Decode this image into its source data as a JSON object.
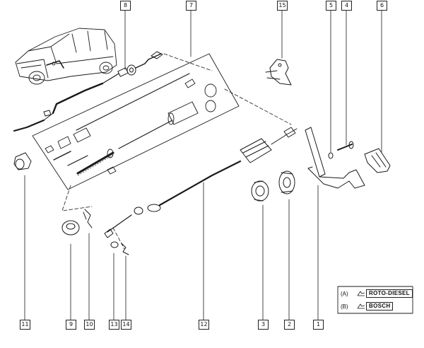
{
  "callouts": [
    {
      "id": "c8",
      "label": "8"
    },
    {
      "id": "c7",
      "label": "7"
    },
    {
      "id": "c15",
      "label": "15"
    },
    {
      "id": "c5",
      "label": "5"
    },
    {
      "id": "c4",
      "label": "4"
    },
    {
      "id": "c6",
      "label": "6"
    },
    {
      "id": "c11",
      "label": "11"
    },
    {
      "id": "c9",
      "label": "9"
    },
    {
      "id": "c10",
      "label": "10"
    },
    {
      "id": "c13",
      "label": "13"
    },
    {
      "id": "c14",
      "label": "14"
    },
    {
      "id": "c12",
      "label": "12"
    },
    {
      "id": "c3",
      "label": "3"
    },
    {
      "id": "c2",
      "label": "2"
    },
    {
      "id": "c1",
      "label": "1"
    }
  ],
  "legend": [
    {
      "key": "(A)",
      "value": "ROTO-DIESEL"
    },
    {
      "key": "(B)",
      "value": "BOSCH"
    }
  ]
}
